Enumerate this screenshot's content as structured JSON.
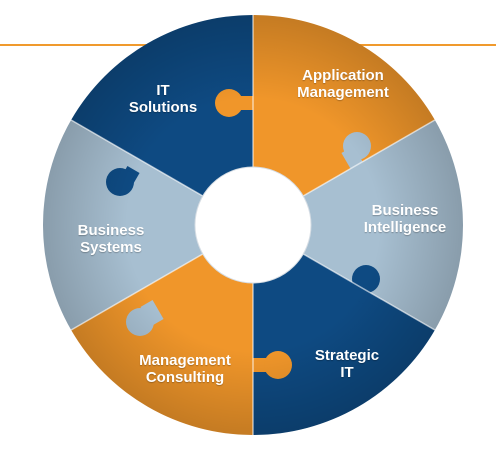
{
  "colors": {
    "dark_blue": "#0e4a82",
    "orange": "#f0962a",
    "light_blue": "#a7bfd1",
    "rule": "#f09a2d"
  },
  "segments": [
    {
      "key": "it_solutions",
      "lines": [
        "IT",
        "Solutions"
      ],
      "color": "dark_blue"
    },
    {
      "key": "application_management",
      "lines": [
        "Application",
        "Management"
      ],
      "color": "orange"
    },
    {
      "key": "business_intelligence",
      "lines": [
        "Business",
        "Intelligence"
      ],
      "color": "light_blue"
    },
    {
      "key": "strategic_it",
      "lines": [
        "Strategic",
        "IT"
      ],
      "color": "dark_blue"
    },
    {
      "key": "management_consulting",
      "lines": [
        "Management",
        "Consulting"
      ],
      "color": "orange"
    },
    {
      "key": "business_systems",
      "lines": [
        "Business",
        "Systems"
      ],
      "color": "light_blue"
    }
  ]
}
